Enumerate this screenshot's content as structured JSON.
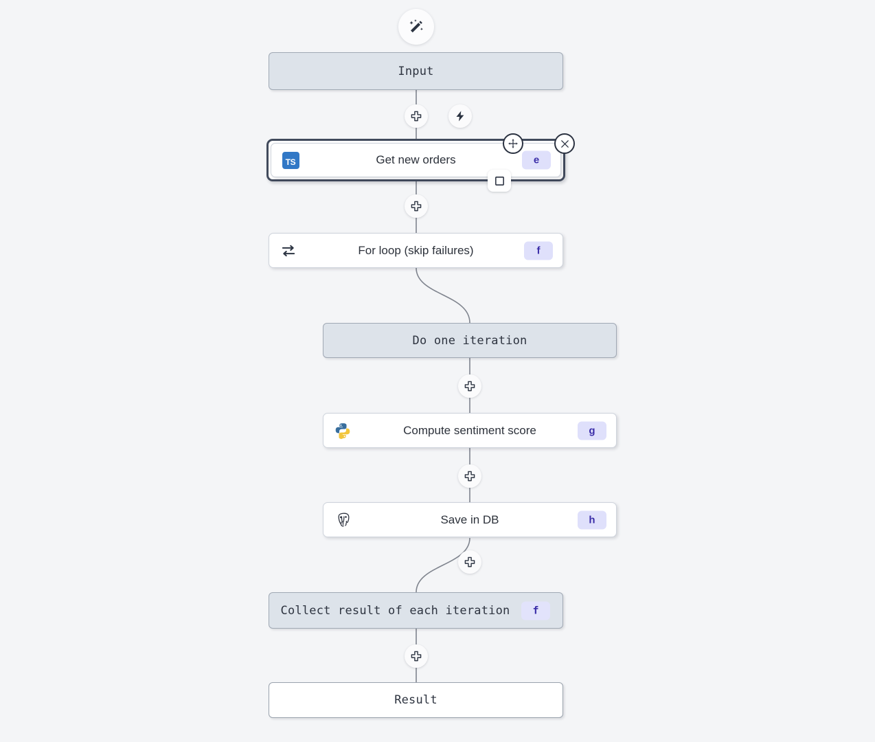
{
  "canvas": {
    "background": "#f4f5f7",
    "accent_badge_bg": "#dfe0fb",
    "accent_badge_fg": "#3b2ea8",
    "shaded_node_bg": "#dde3ea",
    "selection_color": "#414a5c",
    "ts_blue": "#3178c6"
  },
  "toolbar": {
    "magic_wand_title": "AI assistant"
  },
  "nodes": [
    {
      "id": "input",
      "label": "Input",
      "icon": null,
      "badge": null,
      "style": "shaded-mono"
    },
    {
      "id": "get-new-orders",
      "label": "Get new orders",
      "icon": "typescript-icon",
      "badge": "e",
      "style": "card-sans-selected"
    },
    {
      "id": "for-loop",
      "label": "For loop (skip failures)",
      "icon": "loop-icon",
      "badge": "f",
      "style": "card-sans"
    },
    {
      "id": "do-one-iteration",
      "label": "Do one iteration",
      "icon": null,
      "badge": null,
      "style": "shaded-mono"
    },
    {
      "id": "compute-sentiment-score",
      "label": "Compute sentiment score",
      "icon": "python-icon",
      "badge": "g",
      "style": "card-sans"
    },
    {
      "id": "save-in-db",
      "label": "Save in DB",
      "icon": "postgresql-icon",
      "badge": "h",
      "style": "card-sans"
    },
    {
      "id": "collect-result",
      "label": "Collect result of each iteration",
      "icon": null,
      "badge": "f",
      "style": "shaded-mono"
    },
    {
      "id": "result",
      "label": "Result",
      "icon": null,
      "badge": null,
      "style": "plain-mono"
    }
  ],
  "edge_buttons": [
    {
      "id": "add-after-input",
      "icon": "plus-icon"
    },
    {
      "id": "add-trigger-after-input",
      "icon": "lightning-icon"
    },
    {
      "id": "add-after-get-new-orders",
      "icon": "plus-icon"
    },
    {
      "id": "add-after-do-one-iteration",
      "icon": "plus-icon"
    },
    {
      "id": "add-after-compute-sentiment-score",
      "icon": "plus-icon"
    },
    {
      "id": "add-after-save-in-db",
      "icon": "plus-icon"
    },
    {
      "id": "add-after-collect-result",
      "icon": "plus-icon"
    }
  ],
  "selection_controls": [
    {
      "id": "move-handle",
      "icon": "move-icon"
    },
    {
      "id": "close-handle",
      "icon": "close-icon"
    },
    {
      "id": "resize-handle",
      "icon": "square-icon"
    }
  ]
}
